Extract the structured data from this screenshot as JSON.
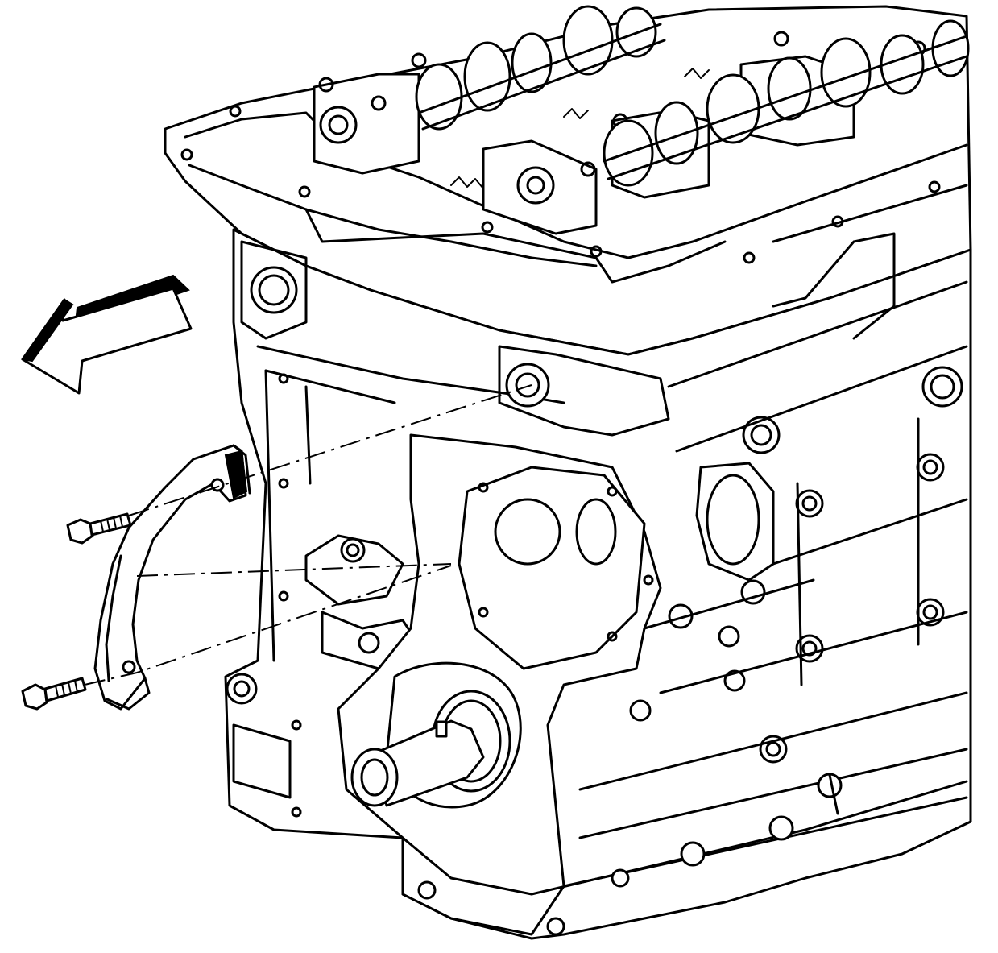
{
  "diagram": {
    "colors": {
      "line": "#000000",
      "background": "#ffffff"
    },
    "parts": [
      {
        "id": "direction-arrow",
        "icon": "arrow-left-icon"
      },
      {
        "id": "engine-block"
      },
      {
        "id": "cylinder-head"
      },
      {
        "id": "camshafts"
      },
      {
        "id": "timing-chain-guide"
      },
      {
        "id": "upper-bolt",
        "icon": "bolt-icon"
      },
      {
        "id": "lower-bolt",
        "icon": "bolt-icon"
      },
      {
        "id": "crankshaft-snout"
      }
    ]
  }
}
